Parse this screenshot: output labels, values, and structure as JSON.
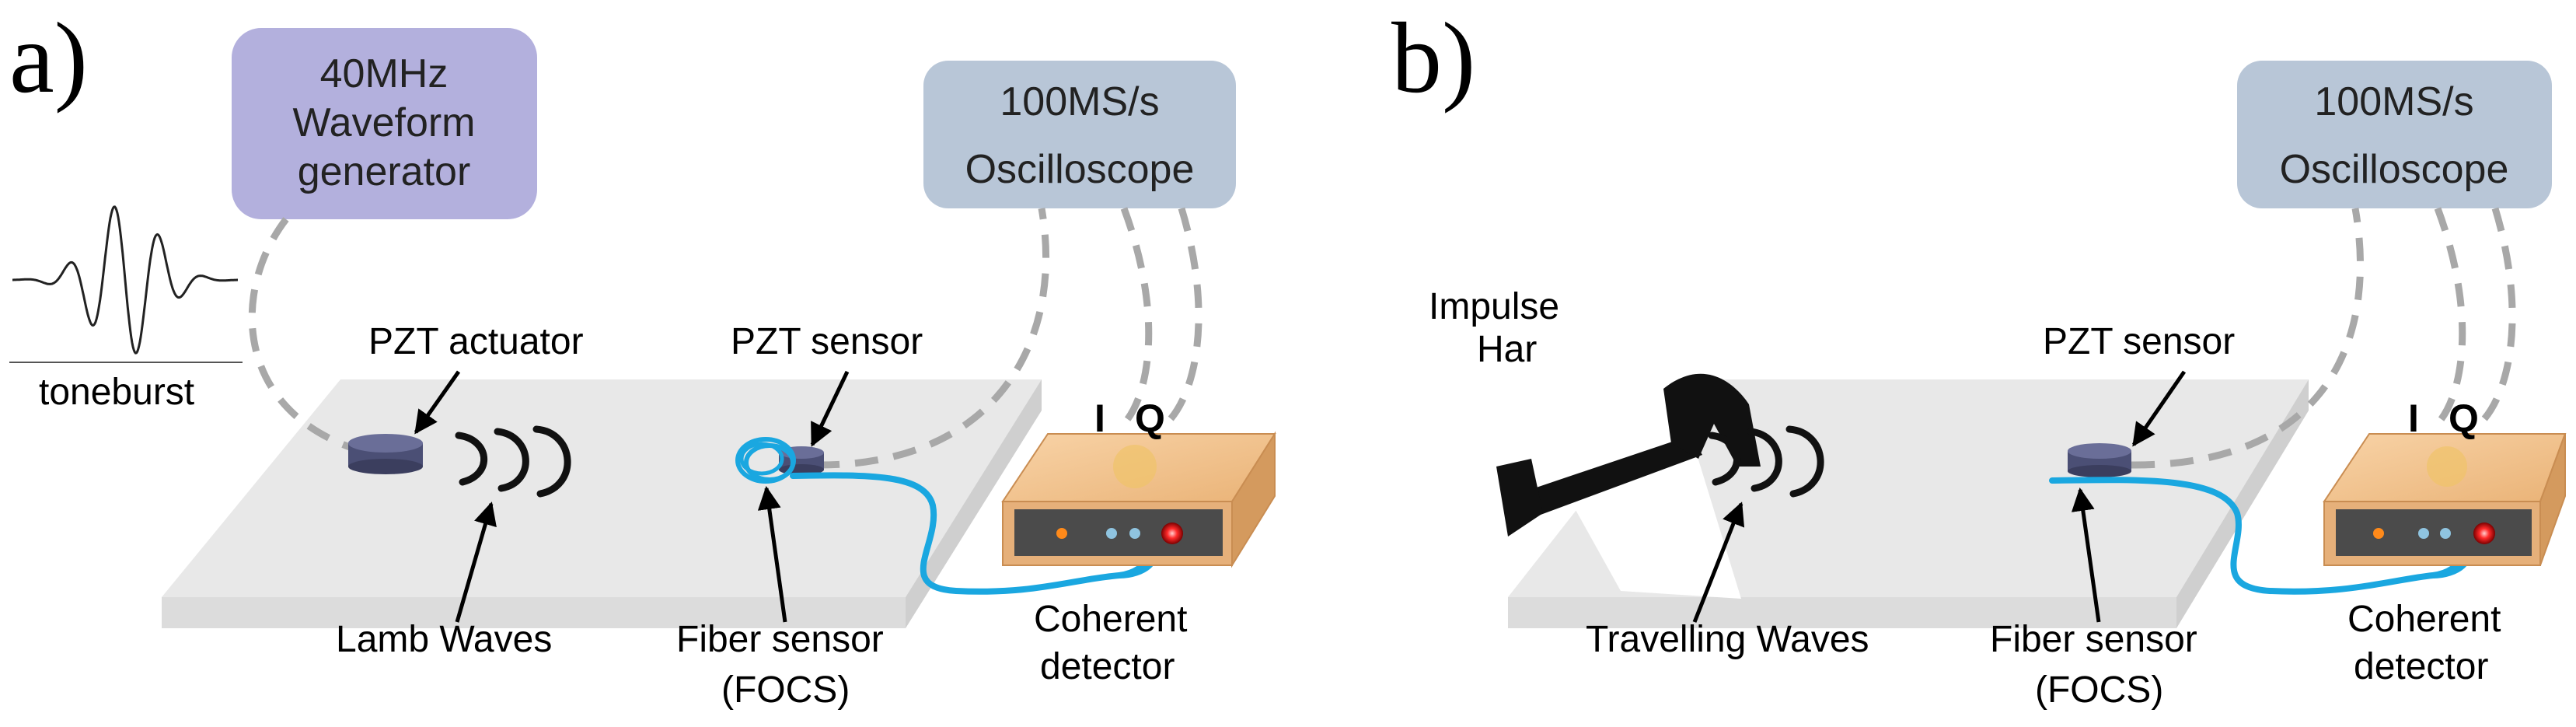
{
  "colors": {
    "generator_box": "#b3b0dd",
    "oscilloscope_box": "#b8c6d7",
    "plate_top": "#e8e8e8",
    "plate_side": "#d2d2d2",
    "fiber": "#1aa7e0",
    "cable": "#a8a8a8",
    "detector_top": "#f3c48e",
    "detector_side": "#d9a066",
    "detector_front": "#4b4b4b",
    "pzt": "#4b4f75"
  },
  "panel_a": {
    "letter": "a)",
    "generator": {
      "line1": "40MHz",
      "line2": "Waveform",
      "line3": "generator"
    },
    "oscilloscope": {
      "line1": "100MS/s",
      "line2": "Oscilloscope"
    },
    "toneburst": "toneburst",
    "pzt_actuator": "PZT actuator",
    "pzt_sensor": "PZT sensor",
    "i_label": "I",
    "q_label": "Q",
    "waves_label": "Lamb Waves",
    "fiber_line1": "Fiber sensor",
    "fiber_line2": "(FOCS)",
    "detector_line1": "Coherent",
    "detector_line2": "detector"
  },
  "panel_b": {
    "letter": "b)",
    "oscilloscope": {
      "line1": "100MS/s",
      "line2": "Oscilloscope"
    },
    "hammer_line1": "Impulse",
    "hammer_line2": "Har",
    "pzt_sensor": "PZT sensor",
    "i_label": "I",
    "q_label": "Q",
    "waves_label": "Travelling Waves",
    "fiber_line1": "Fiber sensor",
    "fiber_line2": "(FOCS)",
    "detector_line1": "Coherent",
    "detector_line2": "detector"
  }
}
